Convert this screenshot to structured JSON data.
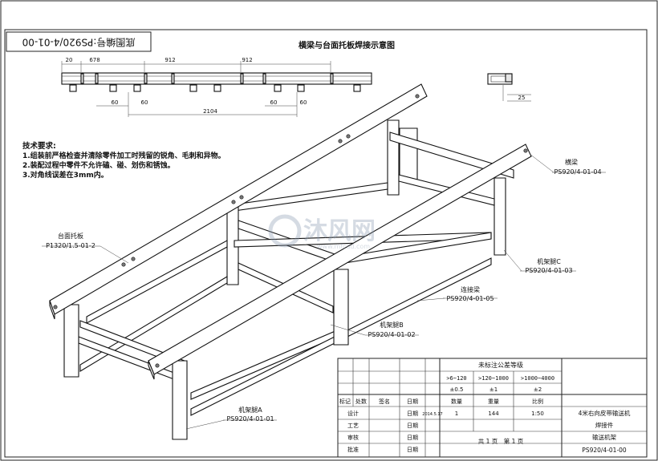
{
  "drawing": {
    "stamp": "底图编号:PS920/4-01-00",
    "title": "横梁与台面托板焊接示意图",
    "watermark_main": "沐风网",
    "watermark_url": "www.mfcad.com"
  },
  "top_dims": {
    "d_20": "20",
    "d_678": "678",
    "d_912a": "912",
    "d_912b": "912",
    "d_60a": "60",
    "d_60b": "60",
    "d_60c": "60",
    "d_60d": "60",
    "d_2104": "2104",
    "d_25": "25"
  },
  "requirements": {
    "heading": "技术要求:",
    "items": [
      "1.组装前严格检查并清除零件加工时残留的锐角、毛刺和异物。",
      "2.装配过程中零件不允许磕、碰、划伤和锈蚀。",
      "3.对角线误差在3mm内。"
    ]
  },
  "callouts": {
    "beam": {
      "name": "横梁",
      "code": "PS920/4-01-04"
    },
    "plate": {
      "name": "台面托板",
      "code": "P1320/1.5-01-2"
    },
    "legC": {
      "name": "机架腿C",
      "code": "PS920/4-01-03"
    },
    "conn": {
      "name": "连接梁",
      "code": "PS920/4-01-05"
    },
    "legB": {
      "name": "机架腿B",
      "code": "PS920/4-01-02"
    },
    "legA": {
      "name": "机架腿A",
      "code": "PS920/4-01-01"
    }
  },
  "title_block": {
    "tolerance_heading": "未标注公差等级",
    "ranges": [
      ">6~120",
      ">120~1000",
      ">1000~4000"
    ],
    "tolerances": [
      "±0.5",
      "±1",
      "±2"
    ],
    "rev_headers": [
      "标记",
      "处数",
      "签名",
      "日期"
    ],
    "roles": [
      "设计",
      "工艺",
      "审核",
      "批准"
    ],
    "date_label": "日期",
    "design_date": "2014.5.17",
    "col_headers": [
      "数量",
      "重量",
      "比例"
    ],
    "qty": "1",
    "weight": "144",
    "scale": "1:50",
    "product": "4米右向皮带输送机",
    "process": "焊接件",
    "part_name": "输送机架",
    "pages": "共 1 页　第 1 页",
    "drawing_no": "PS920/4-01-00"
  }
}
